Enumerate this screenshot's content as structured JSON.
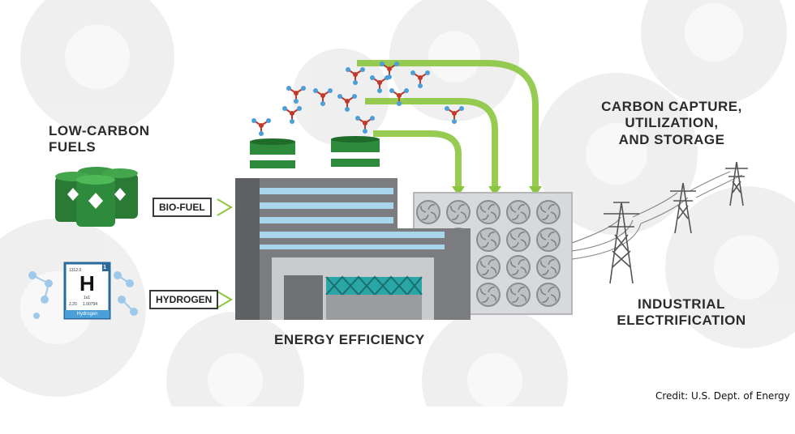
{
  "labels": {
    "low_carbon_fuels_line1": "LOW-CARBON",
    "low_carbon_fuels_line2": "FUELS",
    "bio_fuel": "BIO-FUEL",
    "hydrogen": "HYDROGEN",
    "energy_efficiency": "ENERGY EFFICIENCY",
    "ccus_line1": "CARBON CAPTURE,",
    "ccus_line2": "UTILIZATION,",
    "ccus_line3": "AND STORAGE",
    "electrification_line1": "INDUSTRIAL",
    "electrification_line2": "ELECTRIFICATION",
    "credit": "Credit: U.S. Dept. of Energy"
  },
  "element_tile": {
    "number": "1",
    "top_left": "1312.0",
    "symbol": "H",
    "sub_symbol": "1s1",
    "left_value": "2.20",
    "mass": "1.00794",
    "name": "Hydrogen"
  },
  "colors": {
    "green": "#2e8b3e",
    "light_green_arrow": "#8cc63f",
    "factory_gray": "#6d6f73",
    "window_blue": "#a8d4ec",
    "teal": "#2aa6a6",
    "molecule_red": "#c0392b",
    "molecule_blue": "#4a9fd8"
  },
  "icons": [
    "oil-barrel-icon",
    "hydrogen-element-icon",
    "factory-icon",
    "carbon-capture-fan-icon",
    "transmission-tower-icon",
    "molecule-icon",
    "gear-background-icon"
  ]
}
